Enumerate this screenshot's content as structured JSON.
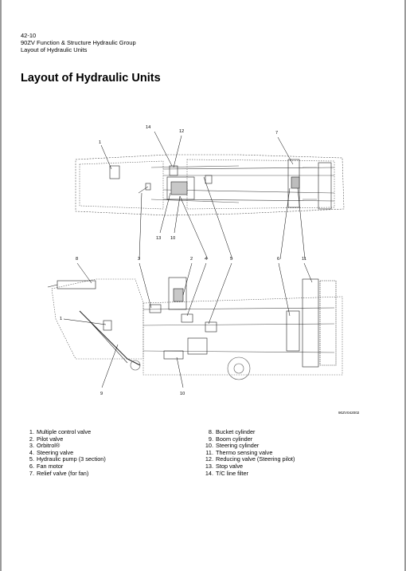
{
  "header": {
    "page_number": "42-10",
    "manual_title": "90ZV Function & Structure Hydraulic Group",
    "section": "Layout of Hydraulic Units"
  },
  "title": "Layout of Hydraulic Units",
  "figure": {
    "code": "90ZV042002",
    "top_callouts": [
      "14",
      "12",
      "7",
      "1",
      "13",
      "10"
    ],
    "side_callouts": [
      "8",
      "3",
      "2",
      "4",
      "5",
      "6",
      "11",
      "1",
      "9",
      "10"
    ]
  },
  "legend": {
    "left": [
      {
        "num": "1.",
        "text": "Multiple control valve"
      },
      {
        "num": "2.",
        "text": "Pilot valve"
      },
      {
        "num": "3.",
        "text": "Orbitrol®"
      },
      {
        "num": "4.",
        "text": "Steering valve"
      },
      {
        "num": "5.",
        "text": "Hydraulic pump (3 section)"
      },
      {
        "num": "6.",
        "text": "Fan motor"
      },
      {
        "num": "7.",
        "text": "Relief valve (for fan)"
      }
    ],
    "right": [
      {
        "num": "8.",
        "text": "Bucket cylinder"
      },
      {
        "num": "9.",
        "text": "Boom cylinder"
      },
      {
        "num": "10.",
        "text": "Steering cylinder"
      },
      {
        "num": "11.",
        "text": "Thermo sensing valve"
      },
      {
        "num": "12.",
        "text": "Reducing valve (Steering pilot)"
      },
      {
        "num": "13.",
        "text": "Stop valve"
      },
      {
        "num": "14.",
        "text": "T/C line filter"
      }
    ]
  }
}
